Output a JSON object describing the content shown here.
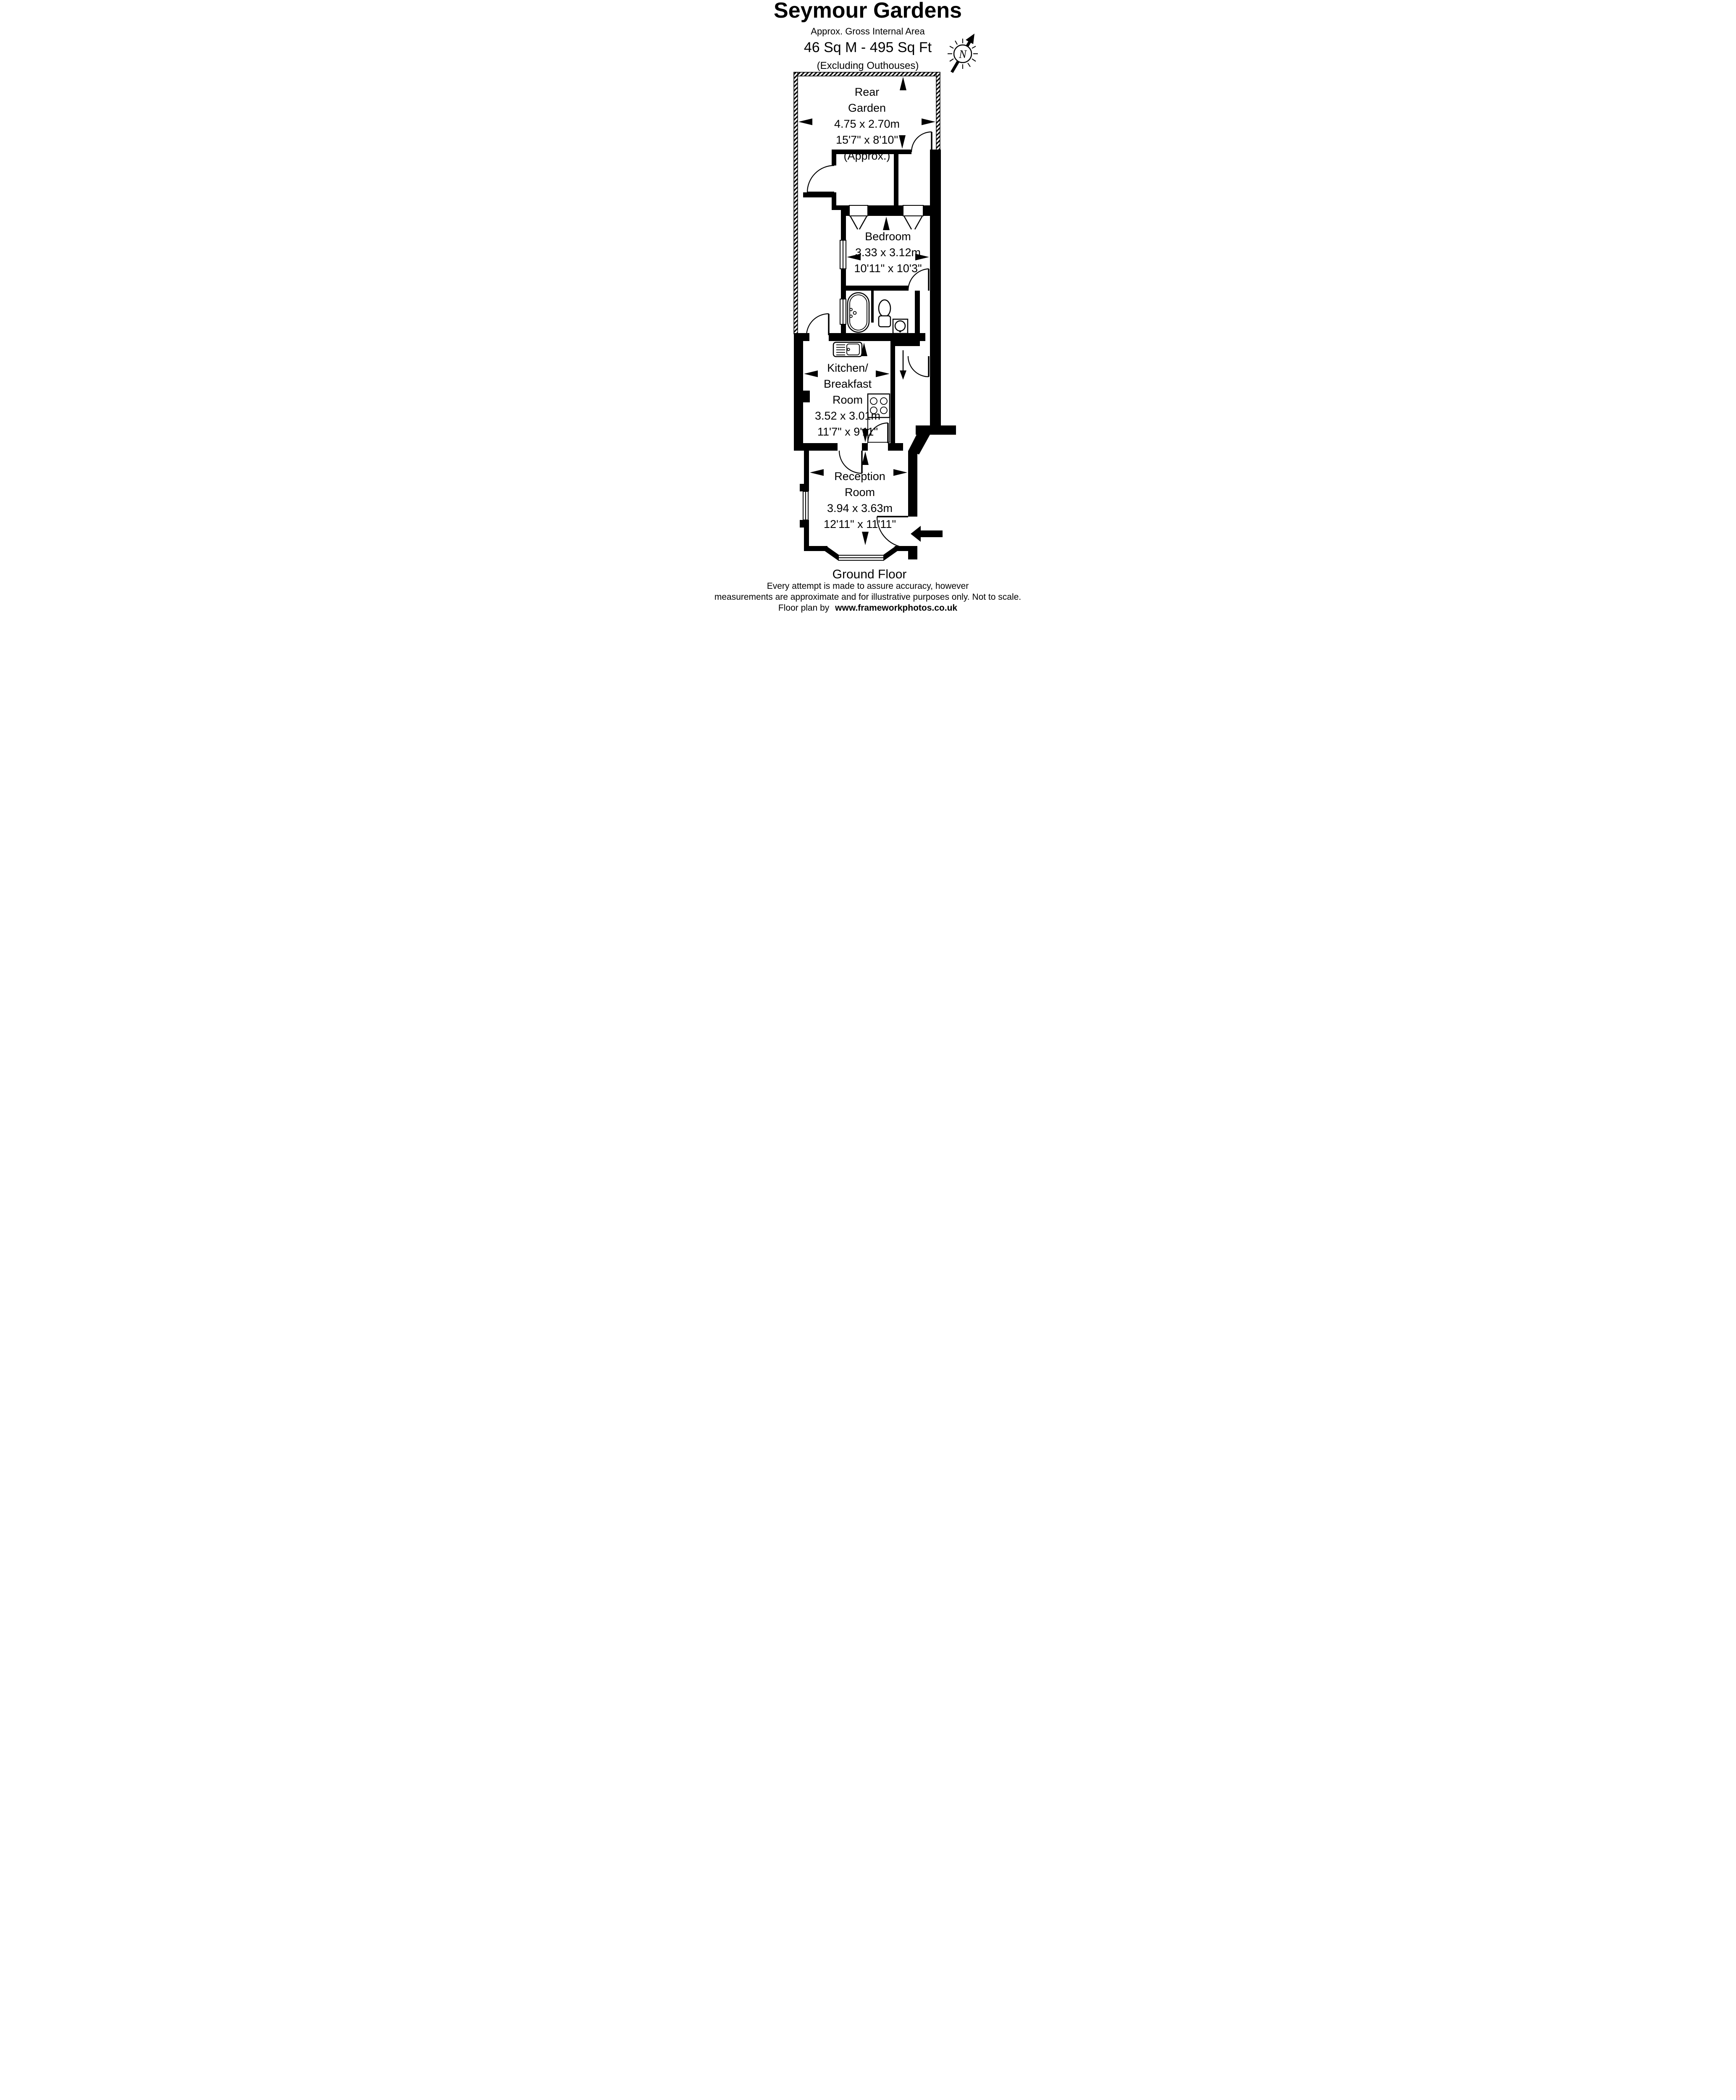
{
  "header": {
    "title": "Seymour Gardens",
    "subtitle": "Approx. Gross Internal Area",
    "area": "46 Sq M  -  495 Sq Ft",
    "note": "(Excluding Outhouses)"
  },
  "compass": {
    "label": "N"
  },
  "rooms": {
    "garden": {
      "lines": [
        "Rear",
        "Garden",
        "4.75 x 2.70m",
        "15'7\" x 8'10\"",
        "(Approx.)"
      ]
    },
    "bedroom": {
      "lines": [
        "Bedroom",
        "3.33 x 3.12m",
        "10'11\" x 10'3\""
      ]
    },
    "kitchen": {
      "lines": [
        "Kitchen/",
        "Breakfast",
        "Room",
        "3.52 x 3.01m",
        "11'7\" x 9'11\""
      ]
    },
    "reception": {
      "lines": [
        "Reception",
        "Room",
        "3.94 x 3.63m",
        "12'11\" x 11'11\""
      ]
    }
  },
  "floor_label": "Ground Floor",
  "footer": {
    "line1": "Every attempt is made to assure accuracy, however",
    "line2": "measurements are approximate and for illustrative purposes only. Not to scale.",
    "credit_prefix": "Floor plan by",
    "credit_site": "www.frameworkphotos.co.uk"
  },
  "colors": {
    "ink": "#000000",
    "paper": "#ffffff"
  }
}
